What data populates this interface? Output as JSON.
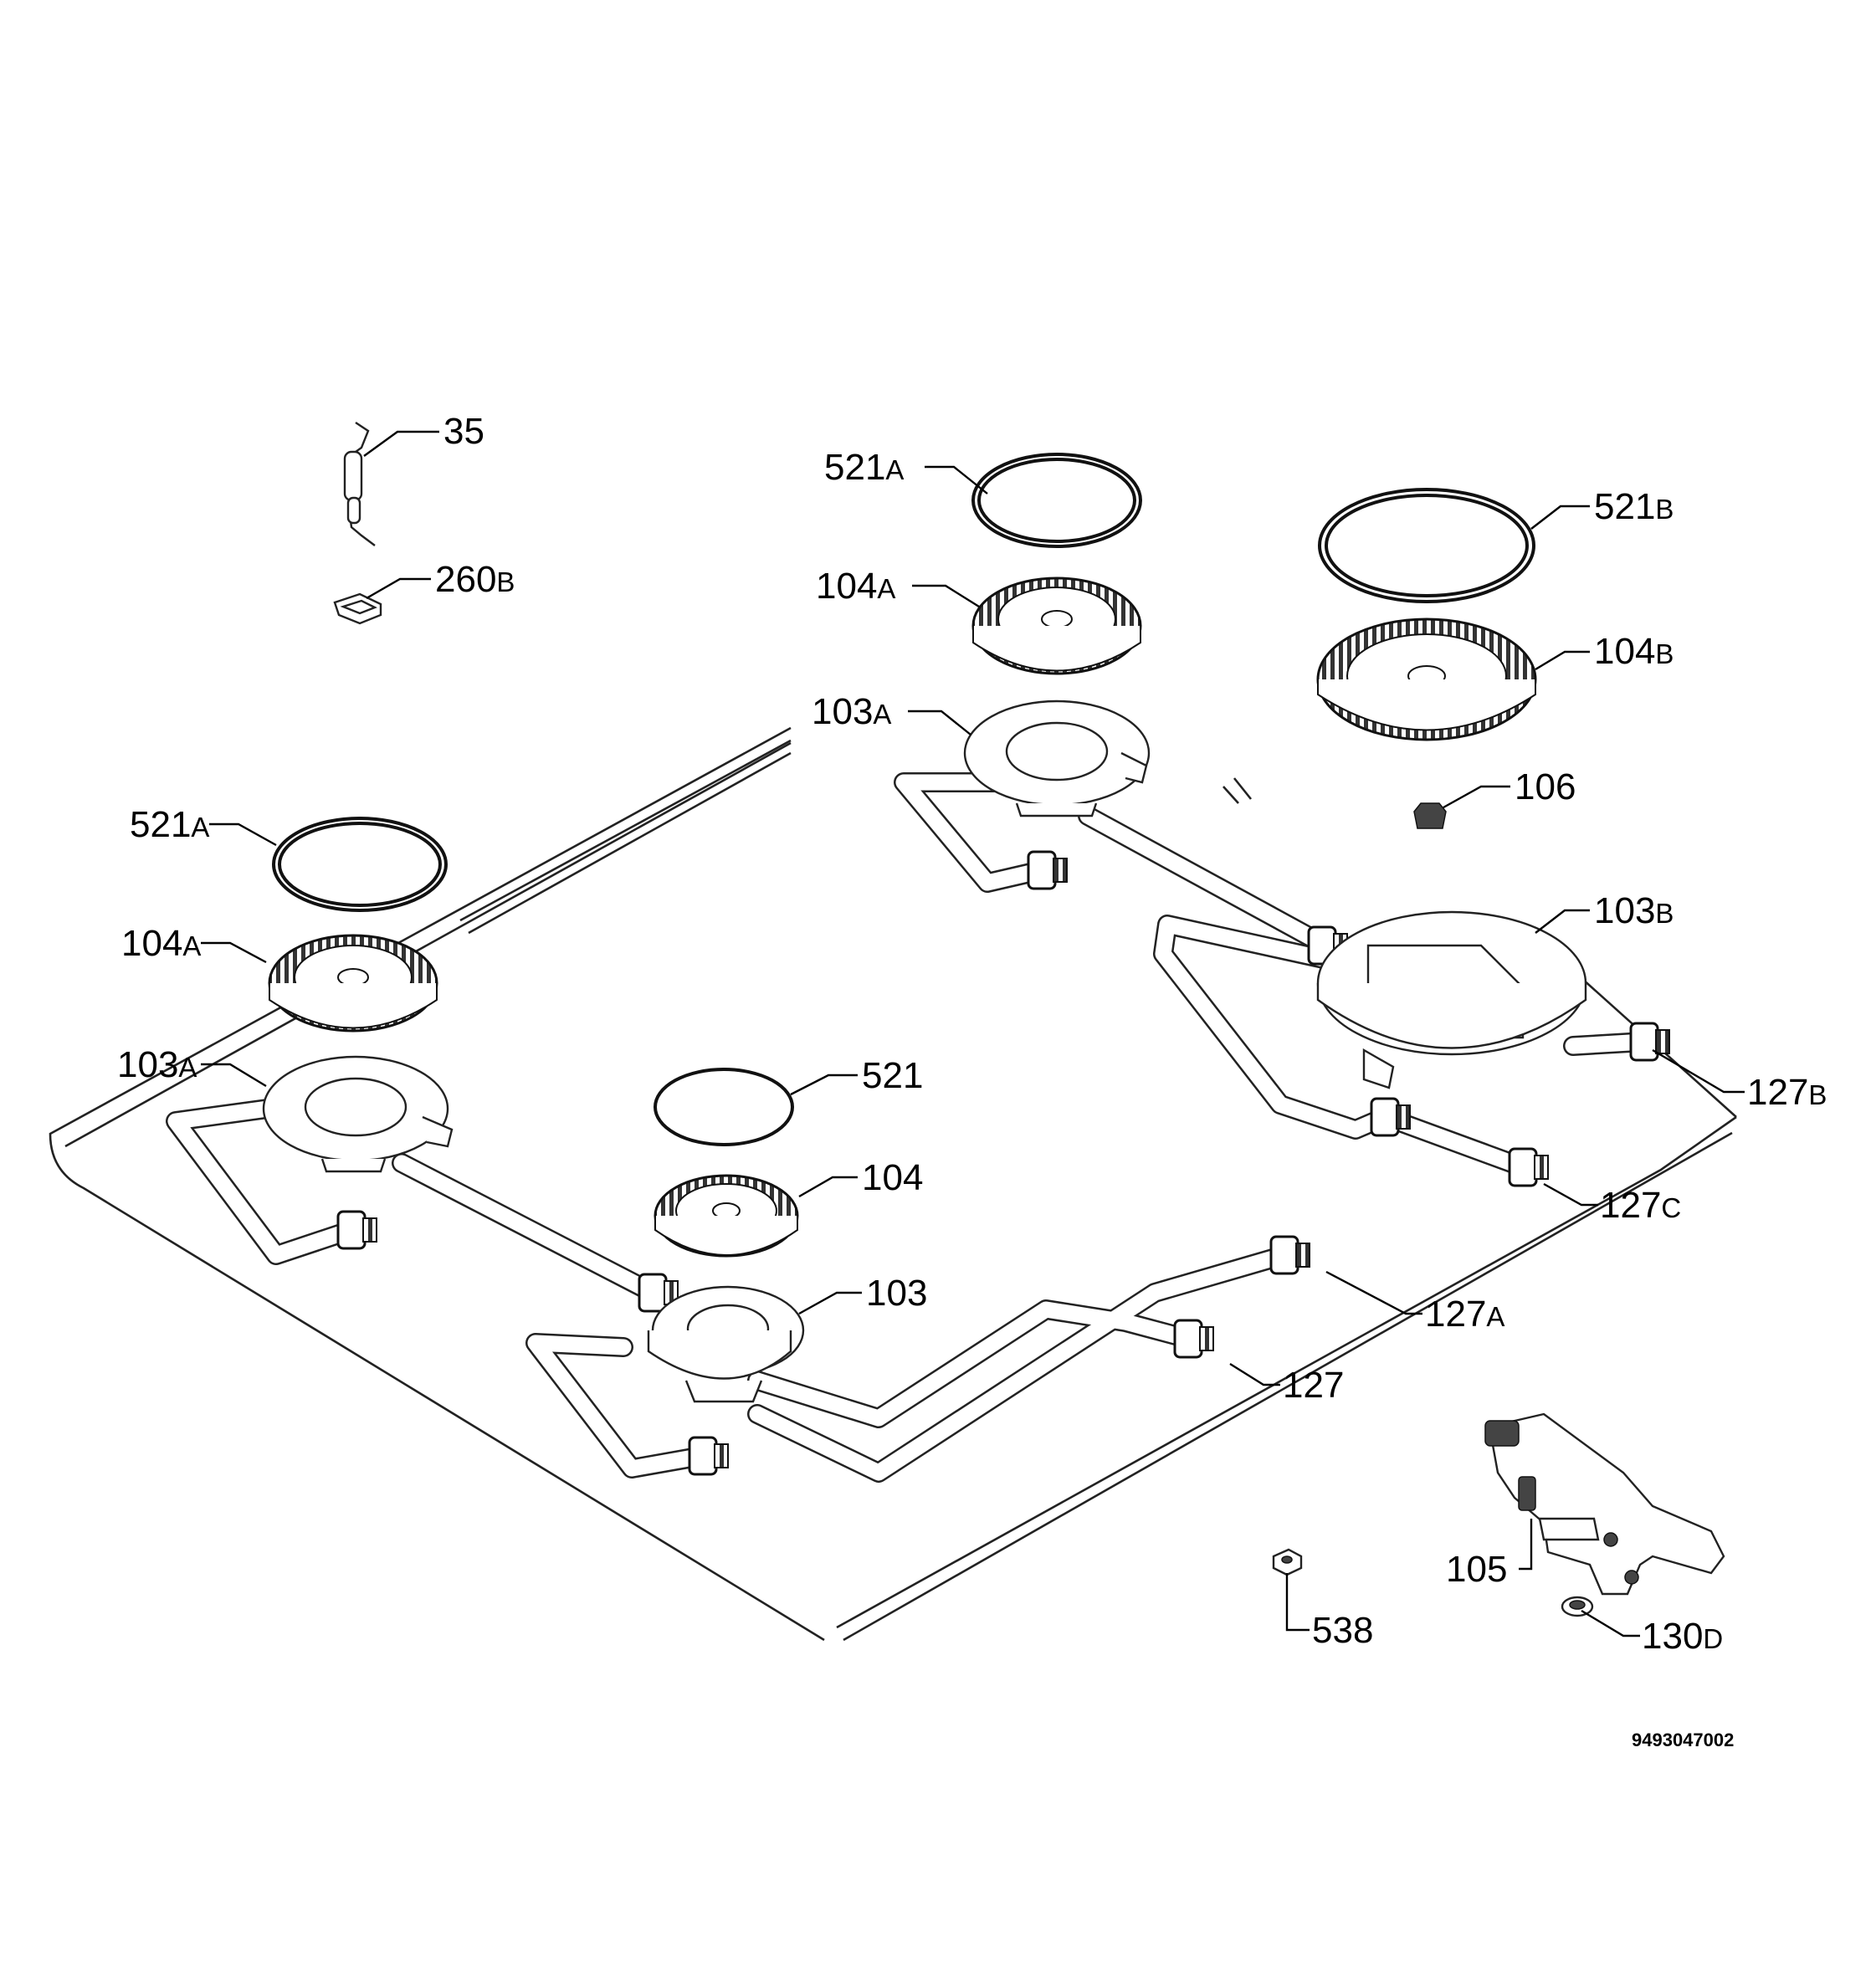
{
  "parts": {
    "p35": {
      "num": "35",
      "suffix": ""
    },
    "p260b": {
      "num": "260",
      "suffix": "B"
    },
    "p521a_top": {
      "num": "521",
      "suffix": "A"
    },
    "p104a_top": {
      "num": "104",
      "suffix": "A"
    },
    "p103a_top": {
      "num": "103",
      "suffix": "A"
    },
    "p521b": {
      "num": "521",
      "suffix": "B"
    },
    "p104b": {
      "num": "104",
      "suffix": "B"
    },
    "p106": {
      "num": "106",
      "suffix": ""
    },
    "p103b": {
      "num": "103",
      "suffix": "B"
    },
    "p127b": {
      "num": "127",
      "suffix": "B"
    },
    "p127c": {
      "num": "127",
      "suffix": "C"
    },
    "p521a_left": {
      "num": "521",
      "suffix": "A"
    },
    "p104a_left": {
      "num": "104",
      "suffix": "A"
    },
    "p103a_left": {
      "num": "103",
      "suffix": "A"
    },
    "p521": {
      "num": "521",
      "suffix": ""
    },
    "p104": {
      "num": "104",
      "suffix": ""
    },
    "p103": {
      "num": "103",
      "suffix": ""
    },
    "p127a": {
      "num": "127",
      "suffix": "A"
    },
    "p127": {
      "num": "127",
      "suffix": ""
    },
    "p105": {
      "num": "105",
      "suffix": ""
    },
    "p538": {
      "num": "538",
      "suffix": ""
    },
    "p130d": {
      "num": "130",
      "suffix": "D"
    }
  },
  "drawing_ref": "9493047002"
}
